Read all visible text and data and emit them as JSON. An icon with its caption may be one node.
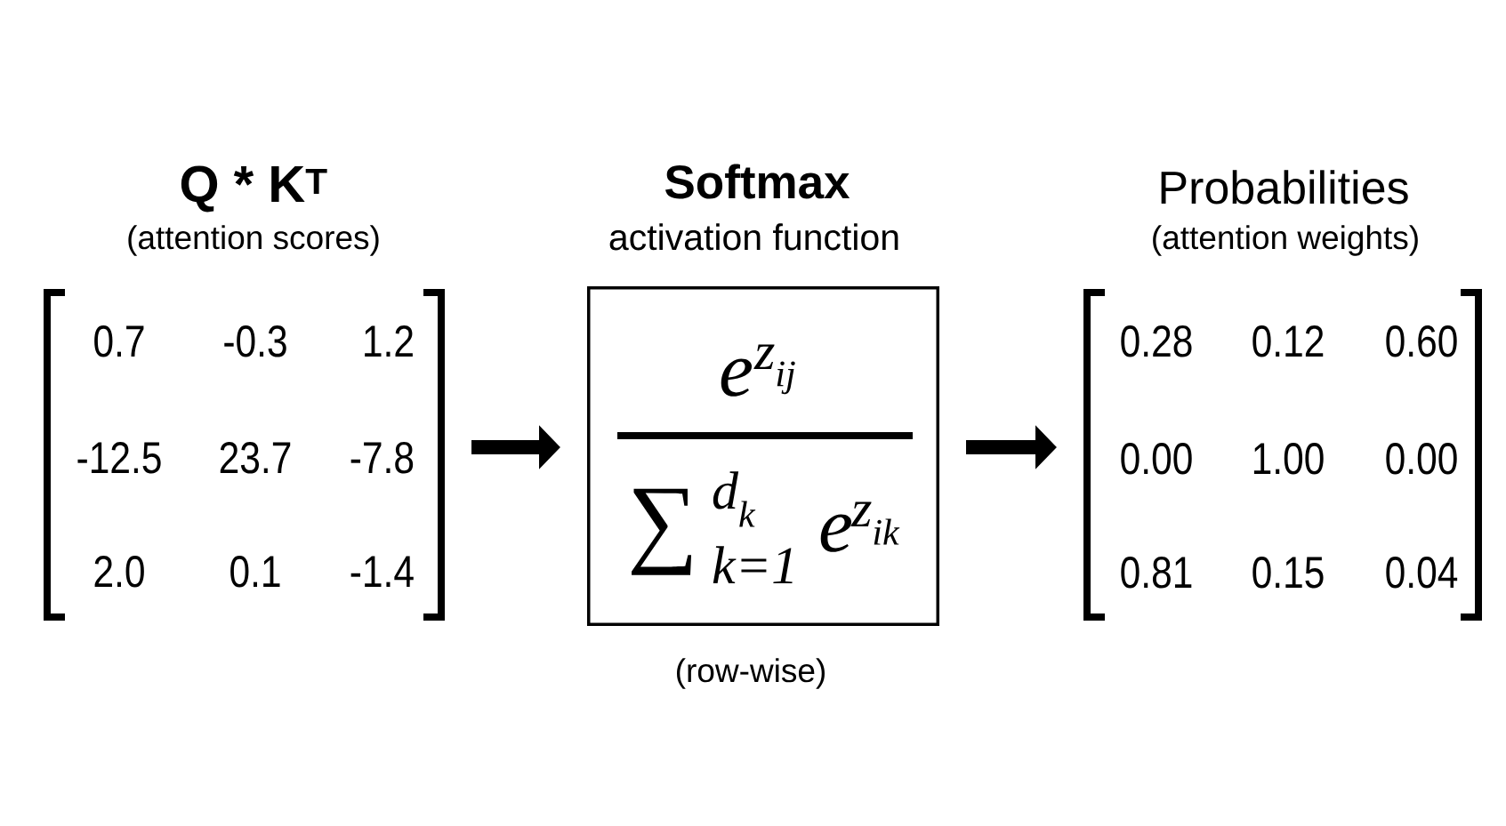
{
  "diagram": {
    "nodes": [
      {
        "text": [
          "Q * K$^{T}$",
          "(attention scores)",
          "0.7",
          "-0.3",
          "1.2",
          "-12.5",
          "23.7",
          "-7.8",
          "2.0",
          "0.1",
          "-1.4"
        ]
      },
      {
        "text": [
          "Softmax",
          "activation function",
          "e",
          "z$_{ij}$",
          "∑",
          "d$_{k}$",
          "k=1",
          "e",
          "z$_{ik}$"
        ],
        "beside": [
          "(row-wise)"
        ]
      },
      {
        "text": [
          "Probabilities",
          "(attention weights)",
          "0.28",
          "0.12",
          "0.60",
          "0.00",
          "1.00",
          "0.00",
          "0.81",
          "0.15",
          "0.04"
        ]
      }
    ],
    "edges": [
      {
        "from": 0,
        "to": 1,
        "arrow": "to"
      },
      {
        "from": 1,
        "to": 2,
        "arrow": "to"
      }
    ]
  }
}
